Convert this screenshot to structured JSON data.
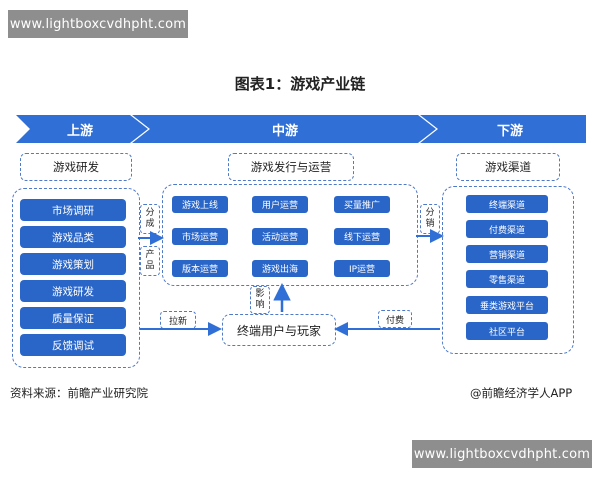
{
  "watermark_url_top": "www.lightboxcvdhpht.com",
  "watermark_url_bottom": "www.lightboxcvdhpht.com",
  "title": "图表1：游戏产业链",
  "stages": [
    "上游",
    "中游",
    "下游"
  ],
  "upstream": {
    "label": "游戏研发",
    "items": [
      "市场调研",
      "游戏品类",
      "游戏策划",
      "游戏研发",
      "质量保证",
      "反馈调试"
    ]
  },
  "midstream": {
    "label": "游戏发行与运营",
    "items": [
      "游戏上线",
      "用户运营",
      "买量推广",
      "市场运营",
      "活动运营",
      "线下运营",
      "版本运营",
      "游戏出海",
      "IP运营"
    ]
  },
  "downstream": {
    "label": "游戏渠道",
    "items": [
      "终端渠道",
      "付费渠道",
      "营销渠道",
      "零售渠道",
      "垂类游戏平台",
      "社区平台"
    ]
  },
  "connectors": {
    "up_mid": [
      "分",
      "成",
      "产",
      "品"
    ],
    "mid_down": [
      "分",
      "销"
    ],
    "influence": [
      "影",
      "响"
    ],
    "refresh": "拉新",
    "pay": "付费"
  },
  "end_user": "终端用户与玩家",
  "footer_left": "资料来源：前瞻产业研究院",
  "footer_right": "@前瞻经济学人APP",
  "colors": {
    "chevron": "#2f6fd6",
    "pill": "#2a66c8",
    "dash": "#4f79c9",
    "arrow": "#2f6fd6"
  }
}
